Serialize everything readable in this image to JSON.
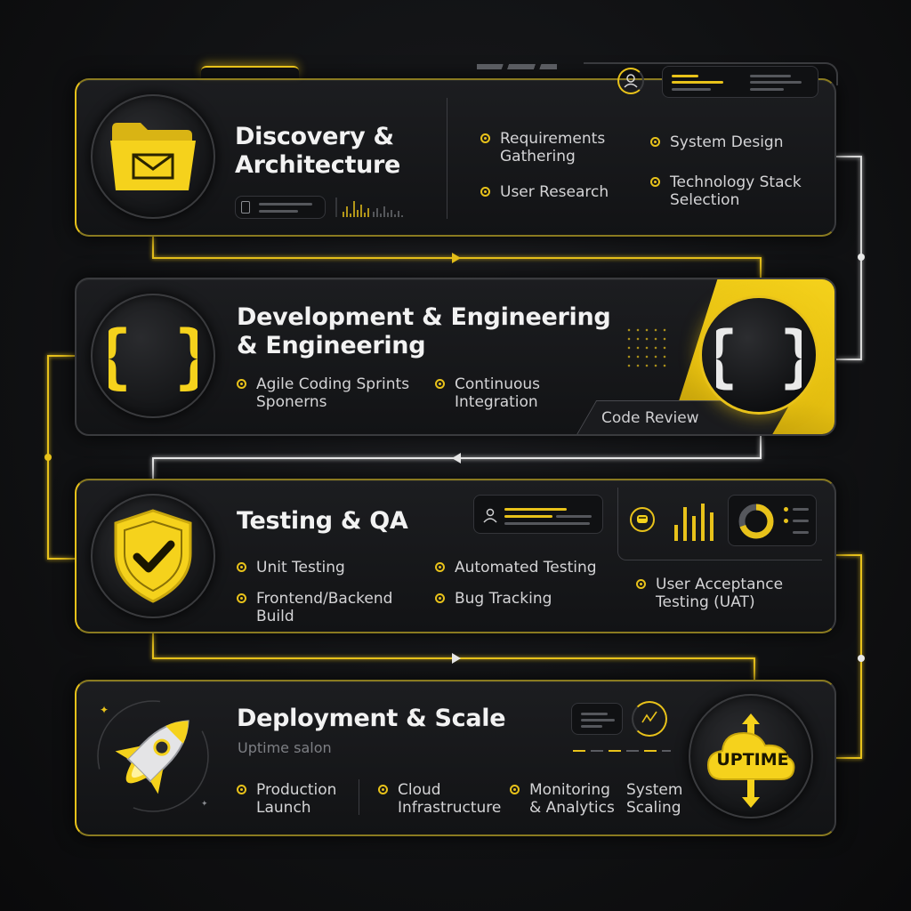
{
  "colors": {
    "accent": "#f5d21c",
    "panel": "#17181b",
    "border": "#3a3b3e",
    "background": "#111214"
  },
  "stages": [
    {
      "title_line1": "Discovery &",
      "title_line2": "Architecture",
      "icon": "folder-icon",
      "items": [
        "Requirements Gathering",
        "User Research",
        "System Design",
        "Technology Stack Selection"
      ],
      "items_lines": [
        [
          "Requirements",
          "Gathering"
        ],
        [
          "User Research"
        ],
        [
          "System Design"
        ],
        [
          "Technology Stack",
          "Selection"
        ]
      ]
    },
    {
      "title_line1": "Development & Engineering",
      "title_line2": "& Engineering",
      "icon": "code-braces-icon",
      "items_lines": [
        [
          "Agile Coding Sprints",
          "Sponerns"
        ],
        [
          "Continuous",
          "Integration"
        ]
      ],
      "tag": "Code Review"
    },
    {
      "title": "Testing & QA",
      "icon": "shield-check-icon",
      "items_lines": [
        [
          "Unit Testing"
        ],
        [
          "Frontend/Backend",
          "Build"
        ],
        [
          "Automated Testing"
        ],
        [
          "Bug Tracking"
        ],
        [
          "User Acceptance",
          "Testing (UAT)"
        ]
      ]
    },
    {
      "title": "Deployment & Scale",
      "subtitle": "Uptime salon",
      "icon": "rocket-icon",
      "items_lines": [
        [
          "Production",
          "Launch"
        ],
        [
          "Cloud",
          "Infrastructure"
        ],
        [
          "Monitoring",
          "& Analytics"
        ],
        [
          "System",
          "Scaling"
        ]
      ],
      "badge": "UPTIME"
    }
  ]
}
